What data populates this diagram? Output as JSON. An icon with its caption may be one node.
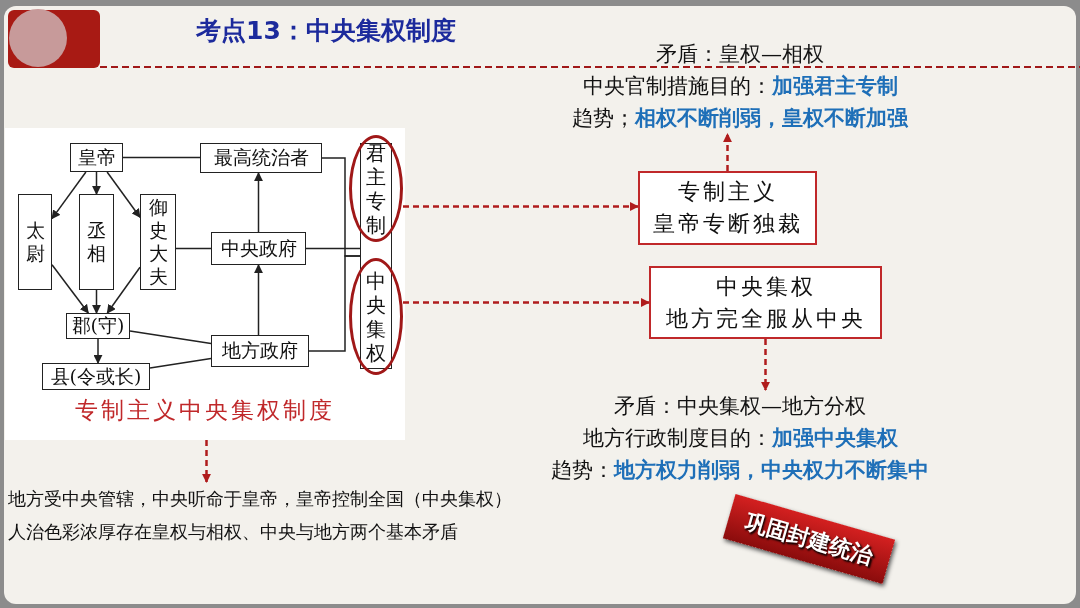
{
  "diagram": {
    "title": "考点13：中央集权制度",
    "nodes": [
      {
        "text": [
          "专制主义中央集权制度"
        ]
      },
      {
        "text": [
          "皇帝"
        ],
        "in": 0
      },
      {
        "text": [
          "最高统治者"
        ],
        "in": 0
      },
      {
        "text": [
          "太尉"
        ],
        "in": 0
      },
      {
        "text": [
          "丞相"
        ],
        "in": 0
      },
      {
        "text": [
          "御史大夫"
        ],
        "in": 0
      },
      {
        "text": [
          "中央政府"
        ],
        "in": 0
      },
      {
        "text": [
          "郡(守)"
        ],
        "in": 0
      },
      {
        "text": [
          "县(令或长)"
        ],
        "in": 0
      },
      {
        "text": [
          "地方政府"
        ],
        "in": 0
      },
      {
        "text": [],
        "shape": "box",
        "in": 0
      },
      {
        "text": [
          "君主专制"
        ],
        "in": 0
      },
      {
        "text": [
          "中央集权"
        ],
        "in": 0
      },
      {
        "text": [
          "专制主义",
          "皇帝专断独裁"
        ]
      },
      {
        "text": [
          "中央集权",
          "地方完全服从中央"
        ]
      },
      {
        "text": [
          "矛盾：皇权—相权",
          "中央官制措施目的：**加强君主专制**",
          "趋势；**相权不断削弱，皇权不断加强**"
        ]
      },
      {
        "text": [
          "矛盾：中央集权—地方分权",
          "地方行政制度目的：**加强中央集权**",
          "趋势：**地方权力削弱，中央权力不断集中**"
        ]
      },
      {
        "text": [
          "地方受中央管辖，中央听命于皇帝，皇帝控制全国（中央集权）",
          "人治色彩浓厚存在皇权与相权、中央与地方两个基本矛盾"
        ]
      },
      {
        "text": [
          "巩固封建统治"
        ]
      }
    ],
    "edges": [
      {
        "from": 1,
        "to": 2,
        "arrow": "none"
      },
      {
        "from": 1,
        "to": 3,
        "arrow": "to"
      },
      {
        "from": 1,
        "to": 4,
        "arrow": "to"
      },
      {
        "from": 1,
        "to": 5,
        "arrow": "to"
      },
      {
        "from": 3,
        "to": 7,
        "arrow": "to"
      },
      {
        "from": 4,
        "to": 7,
        "arrow": "to"
      },
      {
        "from": 5,
        "to": 7,
        "arrow": "to"
      },
      {
        "from": 7,
        "to": 8,
        "arrow": "to"
      },
      {
        "from": 7,
        "to": 9,
        "arrow": "none"
      },
      {
        "from": 8,
        "to": 9,
        "arrow": "none"
      },
      {
        "from": 9,
        "to": 6,
        "arrow": "to"
      },
      {
        "from": 6,
        "to": 2,
        "arrow": "to"
      },
      {
        "from": 5,
        "to": 6,
        "arrow": "none"
      },
      {
        "from": 2,
        "to": 10,
        "arrow": "none"
      },
      {
        "from": 6,
        "to": 10,
        "arrow": "none"
      },
      {
        "from": 9,
        "to": 10,
        "arrow": "none"
      },
      {
        "from": 11,
        "to": 13,
        "arrow": "to",
        "style": "dashed",
        "color": "#b01c1c"
      },
      {
        "from": 12,
        "to": 14,
        "arrow": "to",
        "style": "dashed",
        "color": "#b01c1c"
      },
      {
        "from": 13,
        "to": 15,
        "arrow": "to",
        "style": "dashed",
        "color": "#b01c1c"
      },
      {
        "from": 14,
        "to": 16,
        "arrow": "to",
        "style": "dashed",
        "color": "#b01c1c"
      },
      {
        "from": 0,
        "to": 17,
        "arrow": "to",
        "style": "dashed",
        "color": "#b01c1c"
      }
    ]
  }
}
